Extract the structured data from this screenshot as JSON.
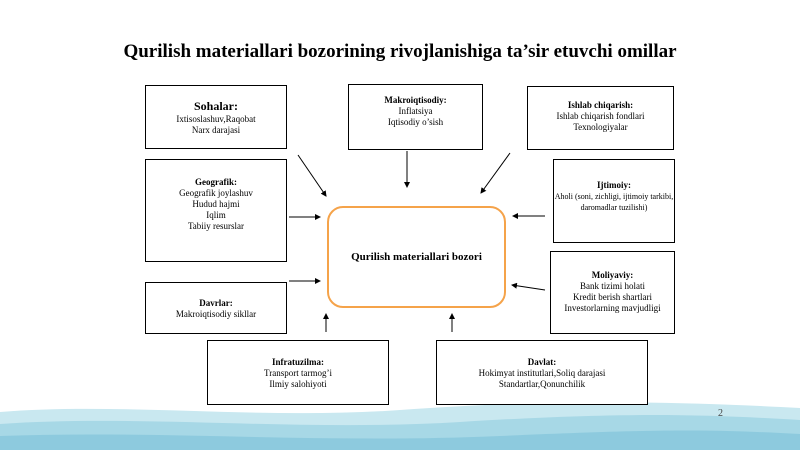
{
  "title": "Qurilish materiallari bozorining rivojlanishiga ta’sir etuvchi omillar",
  "center": "Qurilish materiallari bozori",
  "boxes": {
    "sohalar": {
      "head": "Sohalar:",
      "lines": [
        "Ixtisoslashuv,Raqobat",
        "Narx darajasi"
      ]
    },
    "makro": {
      "head": "Makroiqtisodiy:",
      "lines": [
        "Inflatsiya",
        "Iqtisodiy o’sish"
      ]
    },
    "ishlab": {
      "head": "Ishlab chiqarish:",
      "lines": [
        "Ishlab chiqarish fondlari",
        "Texnologiyalar"
      ]
    },
    "geografik": {
      "head": "Geografik:",
      "lines": [
        "Geografik joylashuv",
        "Hudud hajmi",
        "Iqlim",
        "Tabiiy resurslar"
      ]
    },
    "ijtimoiy": {
      "head": "Ijtimoiy:",
      "lines": [
        "Aholi (soni, zichligi, ijtimoiy tarkibi,",
        "daromadlar tuzilishi)"
      ]
    },
    "moliyaviy": {
      "head": "Moliyaviy:",
      "lines": [
        "Bank tizimi holati",
        "Kredit berish shartlari",
        "Investorlarning mavjudligi"
      ]
    },
    "davrlar": {
      "head": "Davrlar:",
      "lines": [
        "Makroiqtisodiy sikllar"
      ]
    },
    "infra": {
      "head": "Infratuzilma:",
      "lines": [
        "Transport tarmog’i",
        "Ilmiy salohiyoti"
      ]
    },
    "davlat": {
      "head": "Davlat:",
      "lines": [
        "Hokimyat institutlari,Soliq darajasi",
        "Standartlar,Qonunchilik"
      ]
    }
  },
  "page_number": "2",
  "colors": {
    "center_border": "#f5a34a",
    "wave": "#9fd3e3"
  }
}
